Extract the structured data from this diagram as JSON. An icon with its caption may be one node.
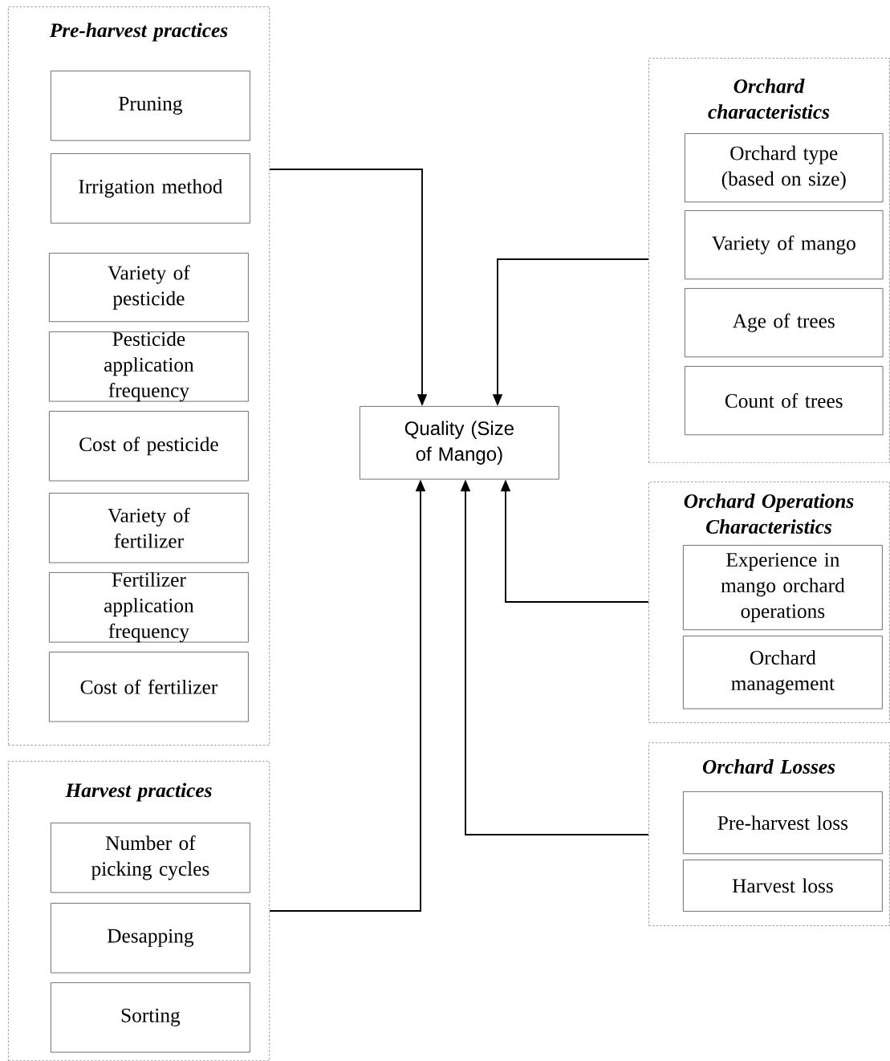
{
  "diagram": {
    "nodes": [
      {
        "text": [
          "Pre-harvest practices"
        ]
      },
      {
        "text": [
          "Pruning"
        ],
        "in": 0
      },
      {
        "text": [
          "Irrigation method"
        ],
        "in": 0
      },
      {
        "text": [
          "Variety of pesticide"
        ],
        "in": 0
      },
      {
        "text": [
          "Pesticide application frequency"
        ],
        "in": 0
      },
      {
        "text": [
          "Cost of pesticide"
        ],
        "in": 0
      },
      {
        "text": [
          "Variety of fertilizer"
        ],
        "in": 0
      },
      {
        "text": [
          "Fertilizer application frequency"
        ],
        "in": 0
      },
      {
        "text": [
          "Cost of fertilizer"
        ],
        "in": 0
      },
      {
        "text": [
          "Harvest practices"
        ]
      },
      {
        "text": [
          "Number of picking cycles"
        ],
        "in": 9
      },
      {
        "text": [
          "Desapping"
        ],
        "in": 9
      },
      {
        "text": [
          "Sorting"
        ],
        "in": 9
      },
      {
        "text": [
          "Quality (Size of Mango)"
        ]
      },
      {
        "text": [
          "Orchard characteristics"
        ]
      },
      {
        "text": [
          "Orchard type (based on size)"
        ],
        "in": 14
      },
      {
        "text": [
          "Variety of mango"
        ],
        "in": 14
      },
      {
        "text": [
          "Age of trees"
        ],
        "in": 14
      },
      {
        "text": [
          "Count of trees"
        ],
        "in": 14
      },
      {
        "text": [
          "Orchard Operations Characteristics"
        ]
      },
      {
        "text": [
          "Experience in mango orchard operations"
        ],
        "in": 19
      },
      {
        "text": [
          "Orchard management"
        ],
        "in": 19
      },
      {
        "text": [
          "Orchard Losses"
        ]
      },
      {
        "text": [
          "Pre-harvest loss"
        ],
        "in": 22
      },
      {
        "text": [
          "Harvest loss"
        ],
        "in": 22
      }
    ],
    "edges": [
      {
        "from": 0,
        "to": 13,
        "arrow": "to"
      },
      {
        "from": 14,
        "to": 13,
        "arrow": "to"
      },
      {
        "from": 19,
        "to": 13,
        "arrow": "to"
      },
      {
        "from": 22,
        "to": 13,
        "arrow": "to"
      },
      {
        "from": 9,
        "to": 13,
        "arrow": "to"
      }
    ]
  }
}
